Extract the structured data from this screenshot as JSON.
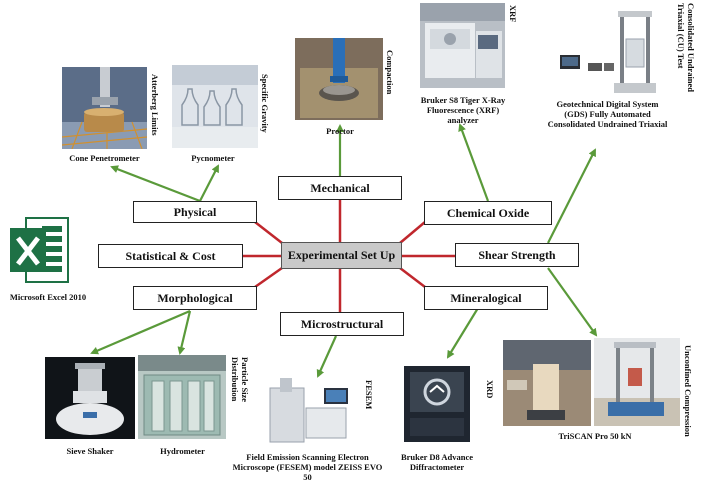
{
  "center": {
    "label": "Experimental Set Up"
  },
  "categories": {
    "mechanical": "Mechanical",
    "physical": "Physical",
    "statistical": "Statistical & Cost",
    "morphological": "Morphological",
    "microstructural": "Microstructural",
    "mineralogical": "Mineralogical",
    "chemical_oxide": "Chemical Oxide",
    "shear_strength": "Shear Strength"
  },
  "captions": {
    "cone_penetrometer": "Cone Penetrometer",
    "pycnometer": "Pycnometer",
    "atterberg": "Atterberg Limits",
    "specific_gravity": "Specific Gravity",
    "proctor": "Proctor",
    "compaction": "Compaction",
    "xrf_device": "Bruker S8 Tiger X-Ray Fluorescence (XRF) analyzer",
    "xrf": "XRF",
    "gds": "Geotechnical Digital System (GDS) Fully Automated Consolidated Undrained Triaxial",
    "cu_test": "Consolidated Undrained Triaxial (CU) Test",
    "excel": "Microsoft Excel 2010",
    "sieve_shaker": "Sieve Shaker",
    "hydrometer": "Hydrometer",
    "particle_size": "Particle Size Distribution",
    "fesem_device": "Field Emission Scanning Electron Microscope (FESEM) model ZEISS EVO 50",
    "fesem": "FESEM",
    "xrd_device": "Bruker D8 Advance Diffractometer",
    "xrd": "XRD",
    "triscan": "TriSCAN Pro 50 kN",
    "unconfined": "Unconfined Compression"
  },
  "colors": {
    "red_line": "#c0272d",
    "green_arrow": "#5a9a3a",
    "center_fill": "#c9c9c9",
    "excel_green": "#1e7145"
  }
}
